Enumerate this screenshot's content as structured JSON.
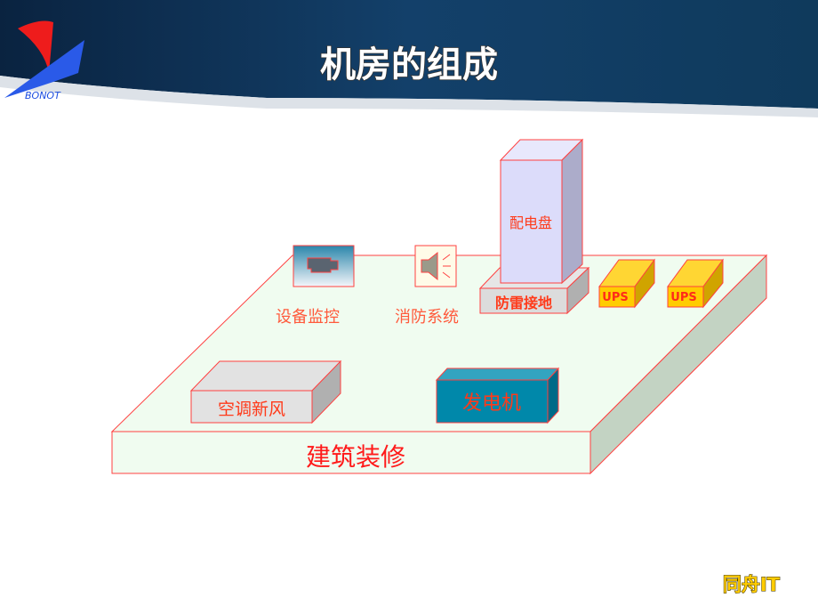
{
  "slide": {
    "title": "机房的组成",
    "logo_text": "BONOT",
    "footer_brand": "同舟IT"
  },
  "diagram": {
    "platform_label": "建筑装修",
    "cabinet_label": "配电盘",
    "grounding_label": "防雷接地",
    "ups_labels": [
      "UPS",
      "UPS"
    ],
    "monitoring_label": "设备监控",
    "fire_label": "消防系统",
    "hvac_label": "空调新风",
    "generator_label": "发电机"
  },
  "colors": {
    "header_dark": "#0e2d4f",
    "outline": "#ff3333",
    "platform_fill": "#f0fcf0",
    "cabinet_fill": "#dcdcfa",
    "ups_fill": "#ffcc00",
    "generator_fill": "#0088aa",
    "label_red": "#ff3a1a",
    "footer_gold": "#ffcc00"
  }
}
